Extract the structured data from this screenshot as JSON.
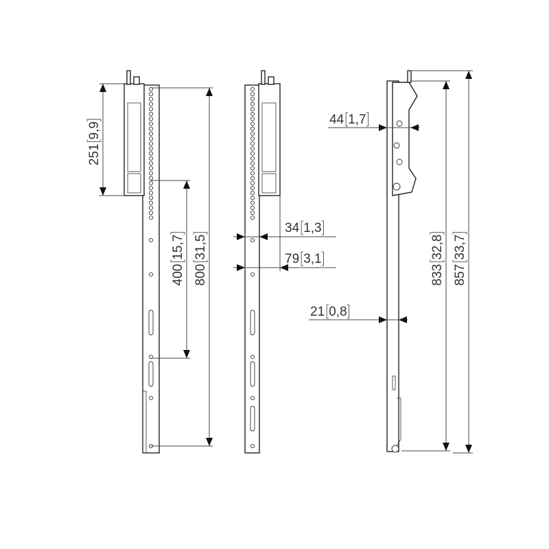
{
  "dimensions": {
    "bracket_height": {
      "num": "251",
      "val": "9,9"
    },
    "hole_spacing": {
      "num": "400",
      "val": "15,7"
    },
    "rail_length": {
      "num": "800",
      "val": "31,5"
    },
    "depth_rail": {
      "num": "34",
      "val": "1,3"
    },
    "depth_total": {
      "num": "79",
      "val": "3,1"
    },
    "side_bracket_depth": {
      "num": "44",
      "val": "1,7"
    },
    "side_rail_depth": {
      "num": "21",
      "val": "0,8"
    },
    "side_length": {
      "num": "833",
      "val": "32,8"
    },
    "total_length": {
      "num": "857",
      "val": "33,7"
    }
  }
}
